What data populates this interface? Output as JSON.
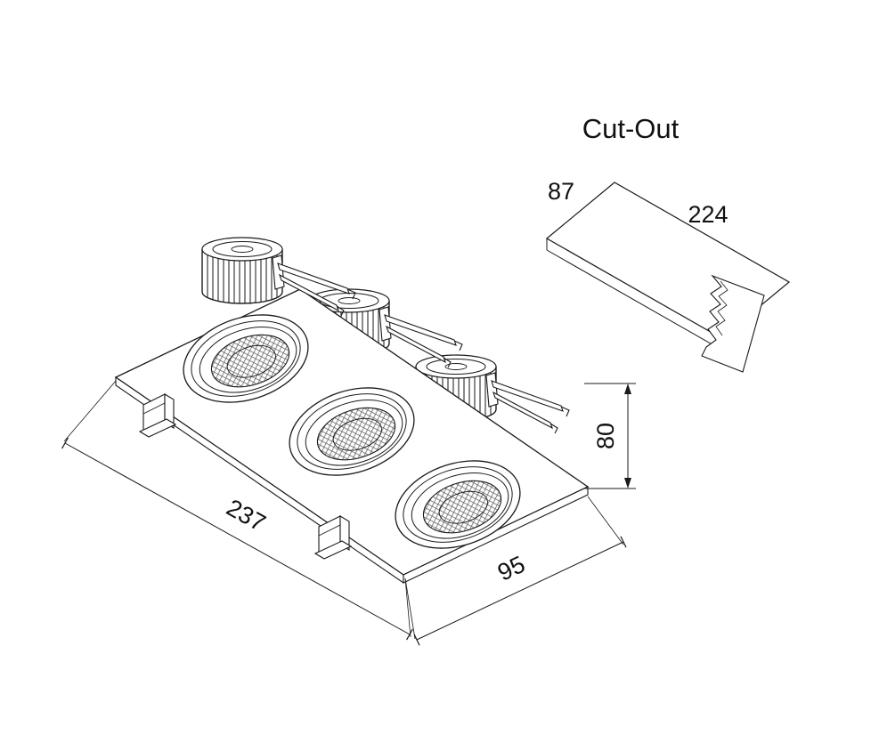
{
  "page": {
    "background": "#ffffff",
    "line_color": "#1a1a1a"
  },
  "cutout": {
    "title": "Cut-Out",
    "width_label": "87",
    "length_label": "224"
  },
  "fixture": {
    "length_label": "237",
    "width_label": "95",
    "height_label": "80"
  }
}
